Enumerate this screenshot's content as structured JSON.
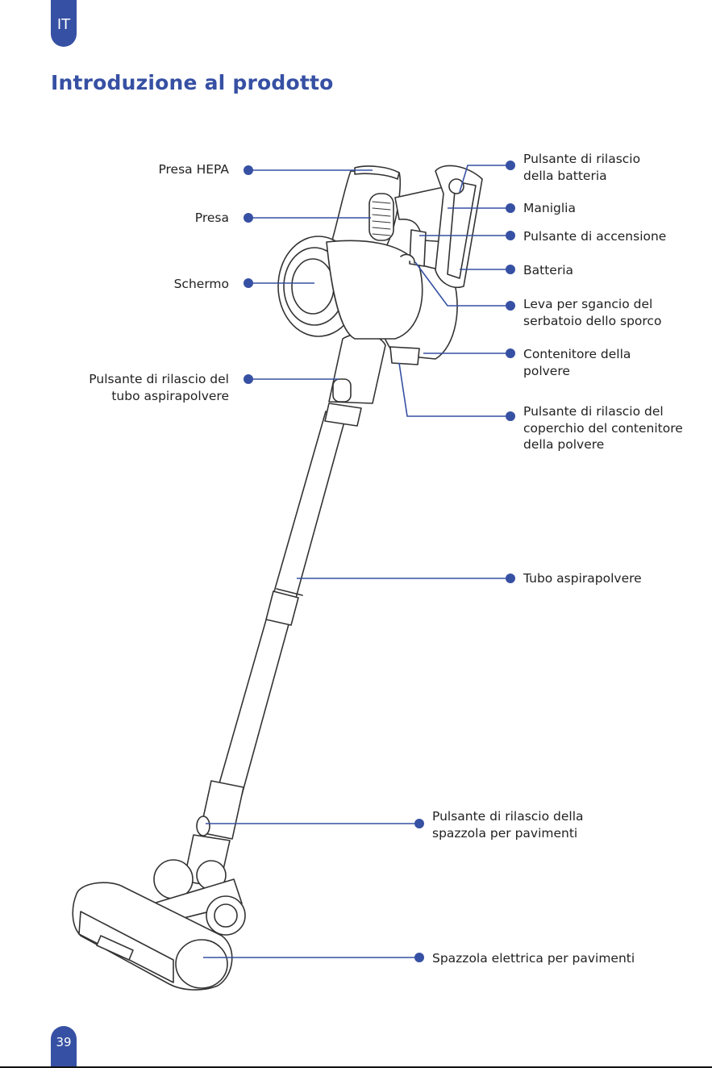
{
  "page": {
    "language_tab": "IT",
    "title": "Introduzione al prodotto",
    "page_number": "39"
  },
  "colors": {
    "accent": "#3650a3",
    "outline": "#333333"
  },
  "labels": {
    "presa_hepa": "Presa HEPA",
    "presa": "Presa",
    "schermo": "Schermo",
    "rilascio_tubo_1": "Pulsante di rilascio del",
    "rilascio_tubo_2": "tubo aspirapolvere",
    "rilascio_batteria_1": "Pulsante di rilascio",
    "rilascio_batteria_2": "della batteria",
    "maniglia": "Maniglia",
    "accensione": "Pulsante di accensione",
    "batteria": "Batteria",
    "leva_1": "Leva per sgancio del",
    "leva_2": "serbatoio dello sporco",
    "contenitore_1": "Contenitore della",
    "contenitore_2": "polvere",
    "coperchio_1": "Pulsante di rilascio del",
    "coperchio_2": "coperchio del contenitore",
    "coperchio_3": "della polvere",
    "tubo": "Tubo aspirapolvere",
    "spazzola_rilascio_1": "Pulsante di rilascio della",
    "spazzola_rilascio_2": "spazzola per pavimenti",
    "spazzola_elettrica": "Spazzola elettrica per pavimenti"
  }
}
